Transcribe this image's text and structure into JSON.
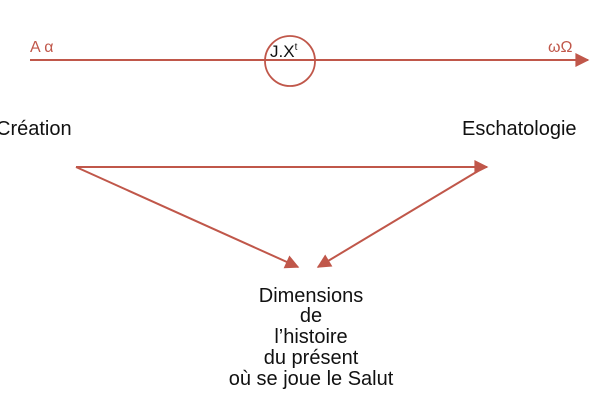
{
  "colors": {
    "accent": "#c0574a",
    "text": "#111111",
    "background": "#ffffff"
  },
  "timeline": {
    "start_label": "A α",
    "end_label": "ωΩ",
    "center_label": "J.X",
    "center_superscript": "t"
  },
  "poles": {
    "left_label": "Création",
    "right_label": "Eschatologie"
  },
  "present": {
    "lines": [
      "Dimensions",
      "de",
      "l’histoire",
      "du présent",
      "où se joue le Salut"
    ]
  }
}
